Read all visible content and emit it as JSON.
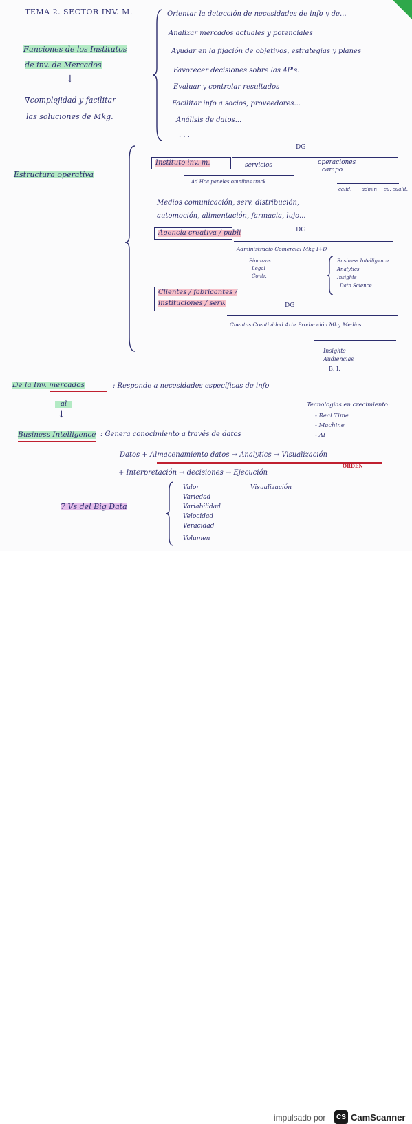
{
  "header": "TEMA 2. SECTOR INV. M.",
  "funciones": {
    "title_1": "Funciones de los Institutos",
    "title_2": "de inv. de Mercados",
    "arrow": "↓",
    "sub_1": "∇complejidad y facilitar",
    "sub_2": "las soluciones de Mkg.",
    "items": [
      "Orientar la detección de necesidades de info y de...",
      "Analizar mercados actuales y potenciales",
      "Ayudar en la fijación de objetivos, estrategias y planes",
      "Favorecer decisiones sobre las 4P's.",
      "Evaluar y controlar resultados",
      "Facilitar info a socios, proveedores...",
      "Análisis de datos...",
      ". . ."
    ]
  },
  "estructura": {
    "title": "Estructura operativa",
    "instituto": "Instituto inv. m.",
    "dg_1": "DG",
    "servicios": "servicios",
    "operaciones_1": "operaciones",
    "operaciones_2": "campo",
    "adhoc": "Ad Hoc  paneles  omnibus  track",
    "calid": "calid.",
    "admin_1": "admin",
    "cualit": "cu. cualit.",
    "medios_1": "Medios comunicación, serv. distribución,",
    "medios_2": "automoción, alimentación, farmacia, lujo...",
    "agencia": "Agencia creativa / publi",
    "dg_2": "DG",
    "agencia_branches": "Administració  Comercial  Mkg  I+D",
    "finanzas": [
      "Finanzas",
      "Legal",
      "Contr."
    ],
    "bi_list": [
      "Business Intelligence",
      "Analytics",
      "Insights",
      "Data Science"
    ],
    "clientes_1": "Clientes / fabricantes /",
    "clientes_2": "instituciones / serv.",
    "dg_3": "DG",
    "clientes_branches": "Cuentas  Creatividad  Arte  Producción  Mkg  Medios",
    "mkg_list": [
      "Insights",
      "Audiencias",
      "B. I."
    ]
  },
  "definicion": {
    "label": "De la Inv. mercados",
    "text": ": Responde a necesidades específicas de info",
    "al": "al",
    "arrow": "↓",
    "bi": "Business Intelligence",
    "bi_text": ": Genera conocimiento a través de datos",
    "tech_title": "Tecnologías en crecimiento:",
    "tech_items": [
      "- Real Time",
      "- Machine",
      "- AI"
    ],
    "flow_1": "Datos + Almacenamiento datos → Analytics → Visualización",
    "orden": "ORDEN",
    "flow_2": "+ Interpretación → decisiones → Ejecución"
  },
  "big_data": {
    "title": "7 Vs del Big Data",
    "vs": [
      "Valor",
      "Variedad",
      "Variabilidad",
      "Velocidad",
      "Veracidad",
      "Volumen"
    ],
    "visualizacion": "Visualización"
  },
  "footer": {
    "impulsado": "impulsado por",
    "logo": "CS",
    "brand": "CamScanner"
  }
}
